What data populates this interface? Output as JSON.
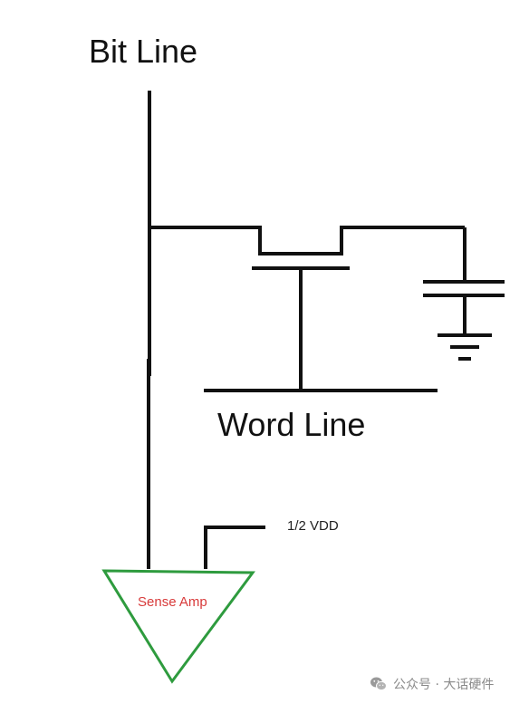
{
  "labels": {
    "bit_line": "Bit Line",
    "word_line": "Word Line",
    "vdd": "1/2 VDD",
    "sense_amp": "Sense Amp"
  },
  "watermark": {
    "text": "公众号 · 大话硬件",
    "icon": "wechat-icon"
  },
  "colors": {
    "wires": "#111111",
    "sense_amp_outline": "#2e9b3e",
    "sense_amp_text": "#d83a3a",
    "watermark": "#8a8a8a"
  }
}
